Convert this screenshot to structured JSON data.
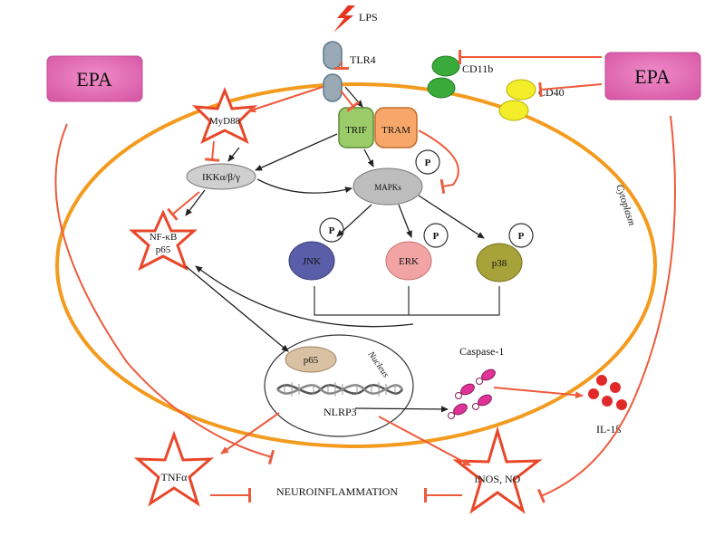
{
  "labels": {
    "lps": "LPS",
    "tlr4": "TLR4",
    "cd11b": "CD11b",
    "cd40": "CD40",
    "epa_left": "EPA",
    "epa_right": "EPA",
    "myd88": "MyD88",
    "trif": "TRIF",
    "tram": "TRAM",
    "ikk": "IKKα/β/γ",
    "mapks": "MAPKs",
    "nfkb_line1": "NF-κB",
    "nfkb_line2": "p65",
    "jnk": "JNK",
    "erk": "ERK",
    "p38": "p38",
    "phospho": "P",
    "cytoplasm": "Cytoplasm",
    "p65": "p65",
    "nucleus": "Nucleus",
    "nlrp3": "NLRP3",
    "caspase": "Caspase-1",
    "il1b": "IL-1ß",
    "tnfa": "TNFα",
    "neuroinflammation": "NEUROINFLAMMATION",
    "inos": "iNOS, NO"
  },
  "colors": {
    "arrow_red": "#ee5a3c",
    "membrane_orange": "#f39b1f",
    "epa_fill": "#e070b8",
    "tlr4_fill": "#9aa9b6",
    "cd11b_fill": "#3aaa3a",
    "cd40_fill": "#f4ee2a",
    "trif_fill": "#9ccc6a",
    "tram_fill": "#f7a76a",
    "mapks_fill": "#bdbdbd",
    "ikk_fill": "#cfcfcf",
    "jnk_fill": "#5a5ea8",
    "erk_fill": "#f2a3a3",
    "p38_fill": "#a8a23a",
    "p65_fill": "#d9c2a3",
    "caspase_fill": "#e0339a",
    "il1b_fill": "#e02a2a",
    "star_stroke": "#e8472a"
  },
  "icons": [
    "lightning-icon",
    "dna-helix-icon"
  ]
}
